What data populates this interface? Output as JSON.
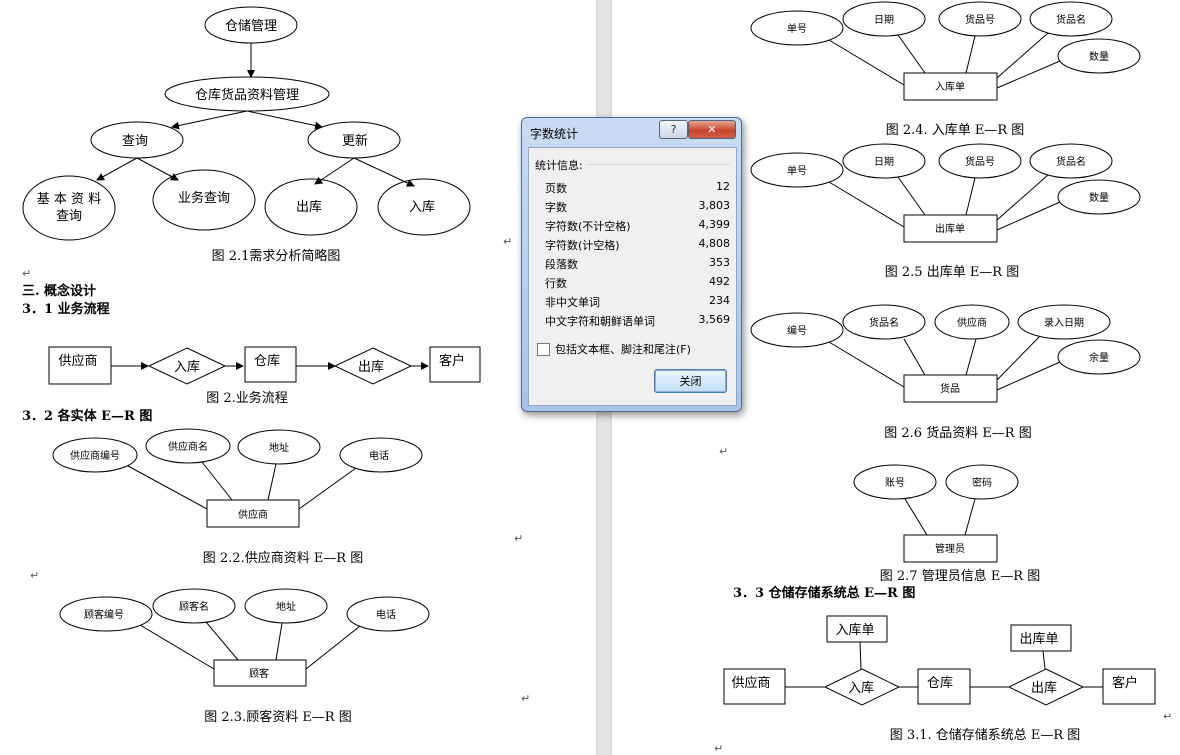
{
  "left_page": {
    "fig21": {
      "root": "仓储管理",
      "mid": "仓库货品资料管理",
      "query": "查询",
      "update": "更新",
      "basic_line1": "基 本 资 料",
      "basic_line2": "查询",
      "business_query": "业务查询",
      "out": "出库",
      "in": "入库",
      "caption": "图 2.1需求分析简略图"
    },
    "section3_title": "三. 概念设计",
    "section31_title": "3．1 业务流程",
    "flow": {
      "supplier": "供应商",
      "in": "入库",
      "warehouse": "仓库",
      "out": "出库",
      "customer": "客户",
      "caption": "图 2.业务流程"
    },
    "section32_title": "3．2 各实体 E—R 图",
    "supplier_er": {
      "a1": "供应商编号",
      "a2": "供应商名",
      "a3": "地址",
      "a4": "电话",
      "entity": "供应商",
      "caption": "图 2.2.供应商资料 E—R 图"
    },
    "customer_er": {
      "a1": "顾客编号",
      "a2": "顾客名",
      "a3": "地址",
      "a4": "电话",
      "entity": "顾客",
      "caption": "图 2.3.顾客资料 E—R 图"
    }
  },
  "right_page": {
    "inbound_er": {
      "a1": "单号",
      "a2": "日期",
      "a3": "货品号",
      "a4": "货品名",
      "a5": "数量",
      "entity": "入库单",
      "caption": "图 2.4. 入库单 E—R 图"
    },
    "outbound_er": {
      "a1": "单号",
      "a2": "日期",
      "a3": "货品号",
      "a4": "货品名",
      "a5": "数量",
      "entity": "出库单",
      "caption": "图 2.5 出库单 E—R 图"
    },
    "goods_er": {
      "a1": "编号",
      "a2": "货品名",
      "a3": "供应商",
      "a4": "录入日期",
      "a5": "余量",
      "entity": "货品",
      "caption": "图 2.6 货品资料 E—R 图"
    },
    "admin_er": {
      "a1": "账号",
      "a2": "密码",
      "entity": "管理员",
      "caption": "图 2.7 管理员信息 E—R 图"
    },
    "section33_title": "3．3 仓储存储系统总 E—R 图",
    "total_er": {
      "inbound": "入库单",
      "outbound": "出库单",
      "supplier": "供应商",
      "in": "入库",
      "warehouse": "仓库",
      "out": "出库",
      "customer": "客户",
      "caption": "图 3.1. 仓储存储系统总 E—R 图"
    }
  },
  "dialog": {
    "title": "字数统计",
    "help": "?",
    "close_x": "✕",
    "info_label": "统计信息:",
    "stats": [
      {
        "label": "页数",
        "value": "12"
      },
      {
        "label": "字数",
        "value": "3,803"
      },
      {
        "label": "字符数(不计空格)",
        "value": "4,399"
      },
      {
        "label": "字符数(计空格)",
        "value": "4,808"
      },
      {
        "label": "段落数",
        "value": "353"
      },
      {
        "label": "行数",
        "value": "492"
      },
      {
        "label": "非中文单词",
        "value": "234"
      },
      {
        "label": "中文字符和朝鲜语单词",
        "value": "3,569"
      }
    ],
    "checkbox_label": "包括文本框、脚注和尾注(F)",
    "checkbox_checked": false,
    "close_button": "关闭"
  }
}
